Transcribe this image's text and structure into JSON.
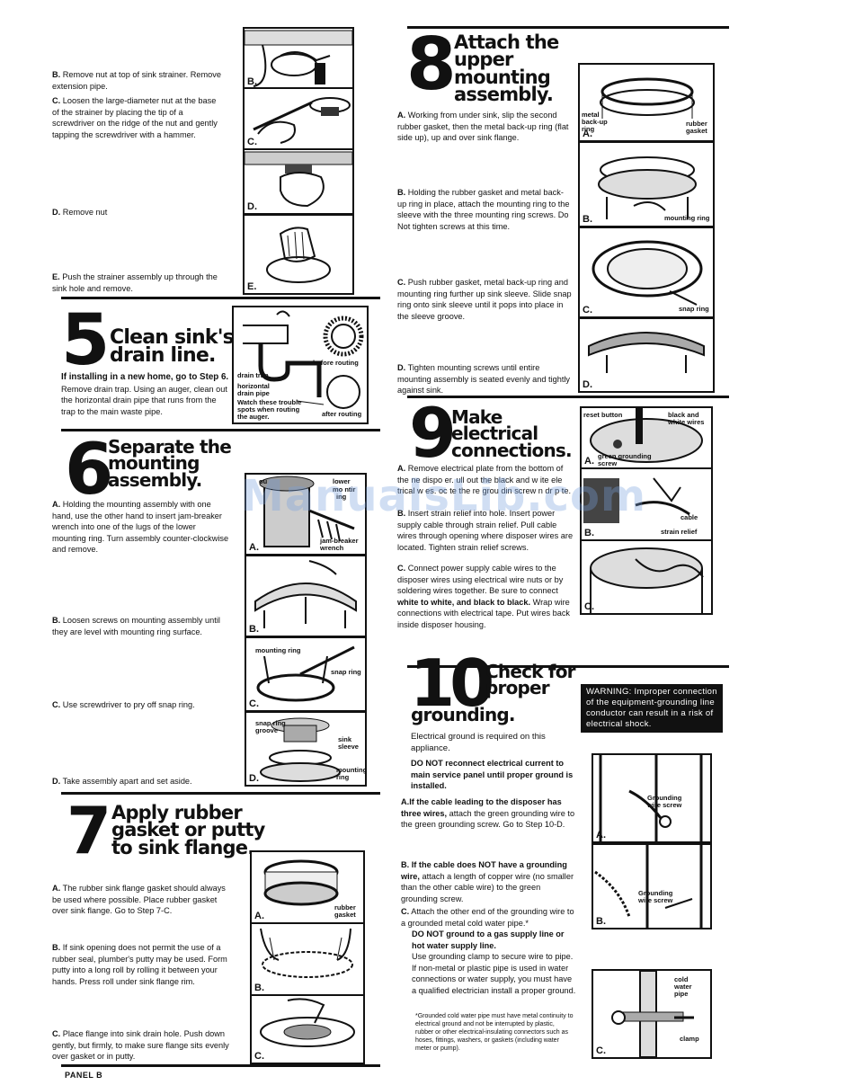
{
  "top": {
    "B": {
      "letter": "B.",
      "text": "Remove nut at top of sink strainer. Remove extension pipe."
    },
    "C": {
      "letter": "C.",
      "text": "Loosen the large-diameter nut at the base of the strainer by placing the tip of a screwdriver on the ridge of the nut and gently tapping the screwdriver with a hammer."
    },
    "D": {
      "letter": "D.",
      "text": "Remove nut"
    },
    "E": {
      "letter": "E.",
      "text": "Push the strainer assembly up through the sink hole and remove."
    }
  },
  "step5": {
    "number": "5",
    "title_line1": "Clean sink's",
    "title_line2": "drain line.",
    "lead": "If installing in a new home, go to Step 6.",
    "text": "Remove drain trap. Using an auger, clean out the horizontal drain pipe that runs from the trap to the main waste pipe.",
    "labels": {
      "before": "before routing",
      "drain_trap": "drain trap",
      "horizontal": "horizontal drain pipe",
      "watch": "Watch these trouble spots when routing the auger.",
      "after": "after routing"
    }
  },
  "step6": {
    "number": "6",
    "title_line1": "Separate the",
    "title_line2": "mounting",
    "title_line3": "assembly.",
    "A": {
      "letter": "A.",
      "text": "Holding the mounting assembly with one hand, use the other hand to insert jam-breaker wrench into one of the lugs of the lower mounting ring. Turn assembly counter-clockwise and remove."
    },
    "B": {
      "letter": "B.",
      "text": "Loosen screws on mounting assembly until they are level with mounting ring surface."
    },
    "C": {
      "letter": "C.",
      "text": "Use screwdriver to pry off snap ring."
    },
    "D": {
      "letter": "D.",
      "text": "Take assembly apart and set aside."
    },
    "labels": {
      "ou": "ou",
      "lower": "lower",
      "mo_ntir": "mo  ntir",
      "ing": "ing",
      "jam_breaker": "jam-breaker wrench",
      "mounting_ring": "mounting ring",
      "snap_ring": "snap ring",
      "snap_ring_groove": "snap ring groove",
      "sink_sleeve": "sink sleeve",
      "mounting_ring2": "mounting ring"
    }
  },
  "step7": {
    "number": "7",
    "title_line1": "Apply rubber",
    "title_line2": "gasket or putty",
    "title_line3": "to sink flange.",
    "A": {
      "letter": "A.",
      "text": "The rubber sink flange gasket should always be used where possible. Place rubber gasket over sink flange. Go to Step 7-C."
    },
    "B": {
      "letter": "B.",
      "text": "If sink opening does not permit the use of a rubber seal, plumber's putty may be used. Form putty into a long roll by rolling it between your hands. Press roll under sink flange rim."
    },
    "C": {
      "letter": "C.",
      "text": "Place flange into sink drain hole. Push down gently, but firmly, to make sure flange sits evenly over gasket or in putty."
    },
    "labels": {
      "rubber_gasket": "rubber gasket"
    }
  },
  "step8": {
    "number": "8",
    "title_line1": "Attach the",
    "title_line2": "upper",
    "title_line3": "mounting",
    "title_line4": "assembly.",
    "A": {
      "letter": "A.",
      "text": "Working from under sink, slip the second rubber gasket, then the metal back-up ring (flat side up), up and over sink flange."
    },
    "B": {
      "letter": "B.",
      "text": "Holding the rubber gasket and metal back-up ring in place, attach the mounting ring to the sleeve with the three mounting ring screws. Do Not tighten screws at this time."
    },
    "C": {
      "letter": "C.",
      "text": "Push rubber gasket, metal back-up ring and mounting ring further up sink sleeve. Slide snap ring onto sink sleeve until it pops into place in the sleeve groove."
    },
    "D": {
      "letter": "D.",
      "text": "Tighten mounting screws until entire mounting assembly is seated evenly and tightly against sink."
    },
    "labels": {
      "metal_backup": "metal back-up ring",
      "rubber_gasket": "rubber gasket",
      "mounting_ring": "mounting ring",
      "snap_ring": "snap ring"
    }
  },
  "step9": {
    "number": "9",
    "title_line1": "Make",
    "title_line2": "electrical",
    "title_line3": "connections.",
    "A": {
      "letter": "A.",
      "text": "Remove electrical plate from the bottom of the ne  dispo  er.  ull out the black and w ite ele trical w es. oc te the re  grou  din  screw  n dr  p  te."
    },
    "B": {
      "letter": "B.",
      "text": "Insert strain relief into hole. Insert power supply cable through strain relief. Pull cable wires through opening where disposer wires are located. Tighten strain relief screws."
    },
    "C": {
      "letter": "C.",
      "text_pre": "Connect power supply cable wires to the disposer wires using electrical wire nuts or by soldering wires together. Be sure to connect ",
      "bold": "white to white, and black to black.",
      "text_post": " Wrap wire connections with electrical tape. Put wires back inside disposer housing."
    },
    "labels": {
      "reset_button": "reset button",
      "black_white": "black and white wires",
      "green_grounding": "green grounding screw",
      "cable": "cable",
      "strain_relief": "strain relief"
    }
  },
  "step10": {
    "number": "10",
    "title_line1": "Check for",
    "title_line2": "proper",
    "title_line3": "grounding.",
    "warning": "WARNING: Improper connection of the equipment-grounding line conductor can result in a risk of electrical shock.",
    "lead": "Electrical ground is required on this appliance.",
    "donot": "DO NOT reconnect electrical current to main service panel until proper ground is installed.",
    "A": {
      "letter": "A.",
      "bold": "If the cable leading to the disposer has three wires,",
      "text": " attach the green grounding wire to the green grounding screw. Go to Step 10-D."
    },
    "B": {
      "letter": "B.",
      "bold": "If the cable does NOT have a grounding wire,",
      "text": " attach a length of copper wire (no smaller than the other cable wire) to the green grounding screw."
    },
    "C": {
      "letter": "C.",
      "text": "Attach the other end of the grounding wire to a grounded metal cold water pipe.*",
      "bold": "DO NOT ground to a gas supply line or hot water supply line.",
      "text2": "Use grounding clamp to secure wire to pipe. If non-metal or plastic pipe is used in water connections or water supply, you must have a qualified electrician install a proper ground."
    },
    "footnote": "*Grounded cold water pipe must have metal continuity to electrical ground and not be interrupted by plastic, rubber or other electrical-insulating connectors such as hoses, fittings, washers, or gaskets (including water meter or pump).",
    "labels": {
      "grounding_wire_screw": "Grounding wire screw",
      "grounding_wire_screw2": "Grounding wire screw",
      "cold_water_pipe": "cold water pipe",
      "clamp": "clamp"
    }
  },
  "watermark": "ManualsLib.com",
  "footer": "PANEL B",
  "fig_letters": {
    "A": "A.",
    "B": "B.",
    "C": "C.",
    "D": "D.",
    "E": "E."
  }
}
